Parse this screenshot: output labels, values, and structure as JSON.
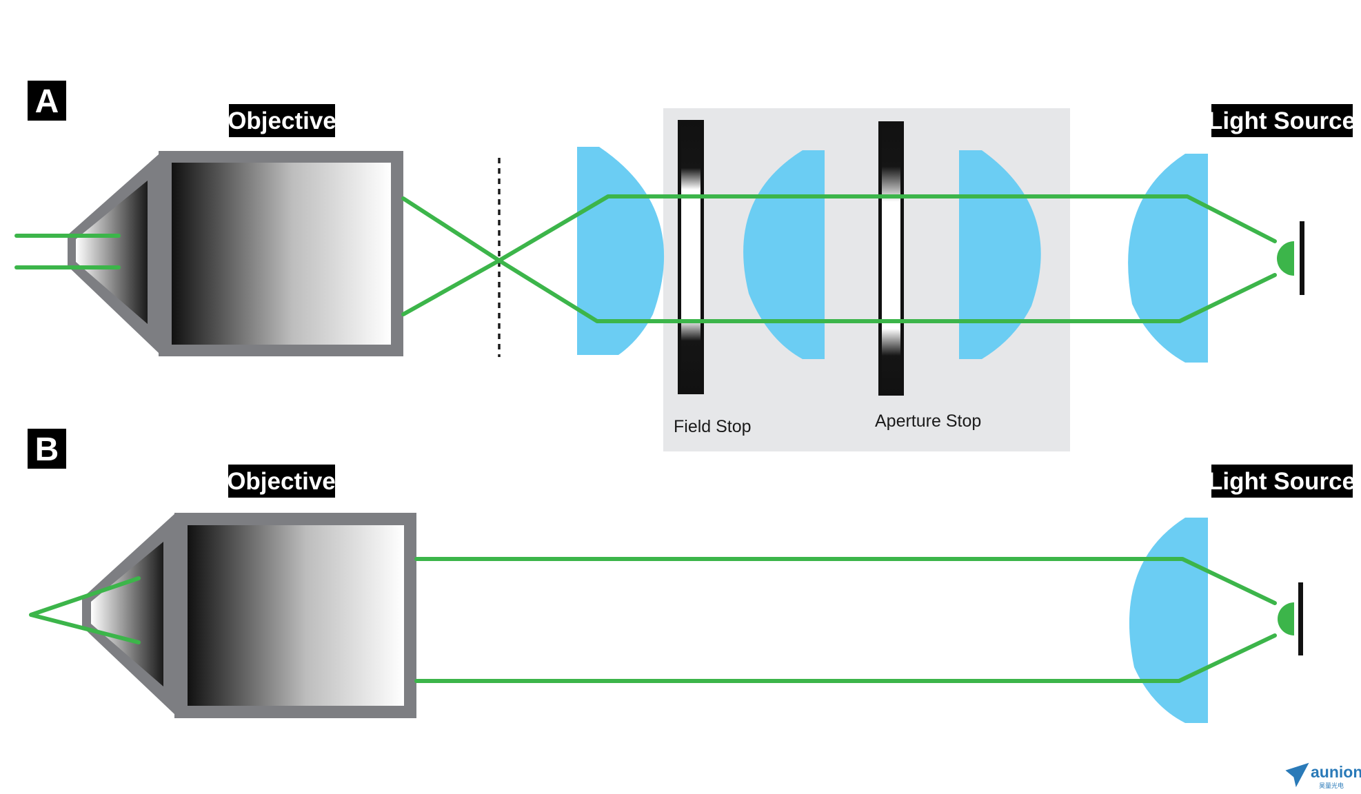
{
  "panel_a": {
    "letter": "A",
    "objective_label": "Objective",
    "light_source_label": "Light Source",
    "field_stop_label": "Field Stop",
    "aperture_stop_label": "Aperture Stop"
  },
  "panel_b": {
    "letter": "B",
    "objective_label": "Objective",
    "light_source_label": "Light Source"
  },
  "logo": {
    "brand": "aunion",
    "subtitle": "昊量光电"
  },
  "colors": {
    "beam": "#3cb54a",
    "lens": "#6bcdf3",
    "objective_frame": "#7d7e82",
    "stop_box": "#e6e7e9",
    "label_bg": "#000000",
    "logo": "#2a7ab8"
  }
}
